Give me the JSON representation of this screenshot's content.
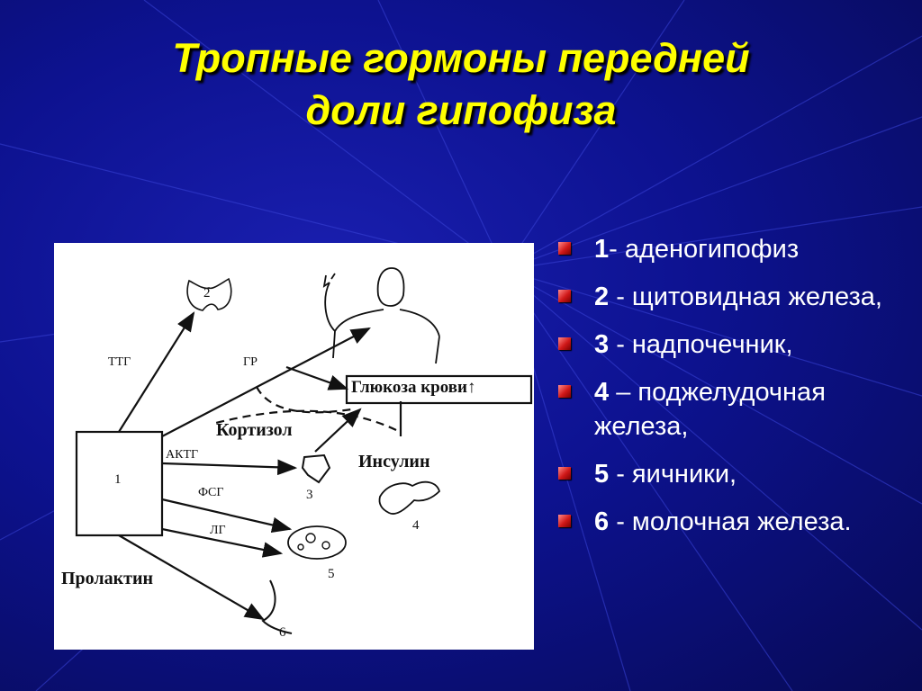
{
  "slide": {
    "title_line1": "Тропные гормоны передней",
    "title_line2": "доли гипофиза"
  },
  "figure": {
    "labels": {
      "ttg": "ТТГ",
      "gr": "ГР",
      "glucose": "Глюкоза крови↑",
      "cortisol": "Кортизол",
      "aktg": "АКТГ",
      "insulin": "Инсулин",
      "fsg": "ФСГ",
      "lg": "ЛГ",
      "prolactin": "Пролактин",
      "n1": "1",
      "n2": "2",
      "n3": "3",
      "n4": "4",
      "n5": "5",
      "n6": "6"
    }
  },
  "legend": [
    {
      "num": "1",
      "text": "- аденогипофиз"
    },
    {
      "num": "2",
      "text": " - щитовидная железа,"
    },
    {
      "num": "3",
      "text": " - надпочечник,"
    },
    {
      "num": "4",
      "text": " – поджелудочная железа,"
    },
    {
      "num": "5",
      "text": " - яичники,"
    },
    {
      "num": "6",
      "text": " - молочная железа."
    }
  ],
  "colors": {
    "background": "#0d1290",
    "title": "#ffff00",
    "bullet": "#d01818"
  }
}
